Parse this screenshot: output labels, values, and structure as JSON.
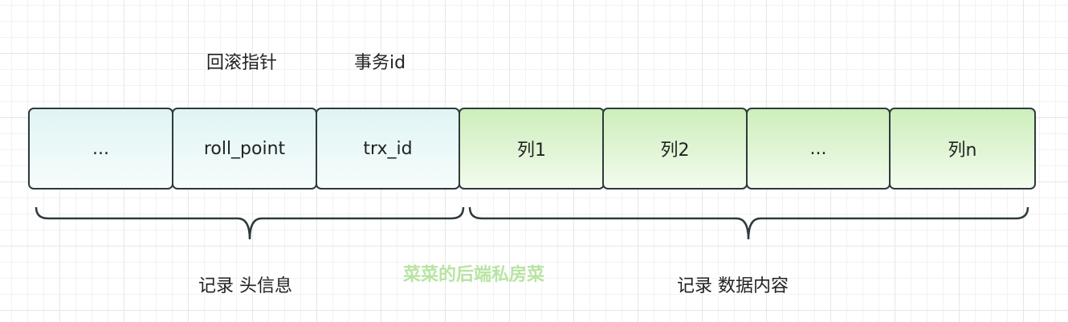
{
  "top_labels": {
    "rollback_pointer": "回滚指针",
    "transaction_id": "事务id"
  },
  "header_cells": [
    "...",
    "roll_point",
    "trx_id"
  ],
  "data_cells": [
    "列1",
    "列2",
    "...",
    "列n"
  ],
  "bottom_labels": {
    "header_group": "记录 头信息",
    "data_group": "记录 数据内容"
  },
  "watermark": "菜菜的后端私房菜",
  "colors": {
    "header_fill": "#e0f4f4",
    "data_fill": "#cdeebb",
    "border": "#2d3a3d",
    "watermark": "#b8e4a2"
  }
}
